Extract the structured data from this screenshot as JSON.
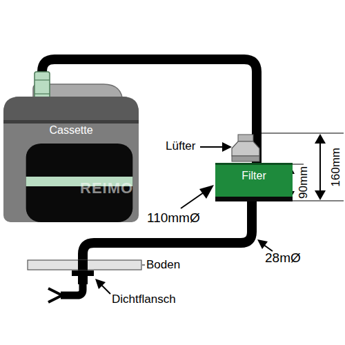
{
  "diagram": {
    "nodes": [
      {
        "text": [
          "Cassette"
        ]
      },
      {
        "text": [
          "Filter"
        ]
      }
    ],
    "edges": [
      {
        "from": 0,
        "to": 1,
        "arrow": "none"
      }
    ],
    "labels": [
      "Lüfter",
      "110mmØ",
      "90mm",
      "160mm",
      "28mØ",
      "Boden",
      "Dichtflansch",
      "REIMO"
    ]
  }
}
